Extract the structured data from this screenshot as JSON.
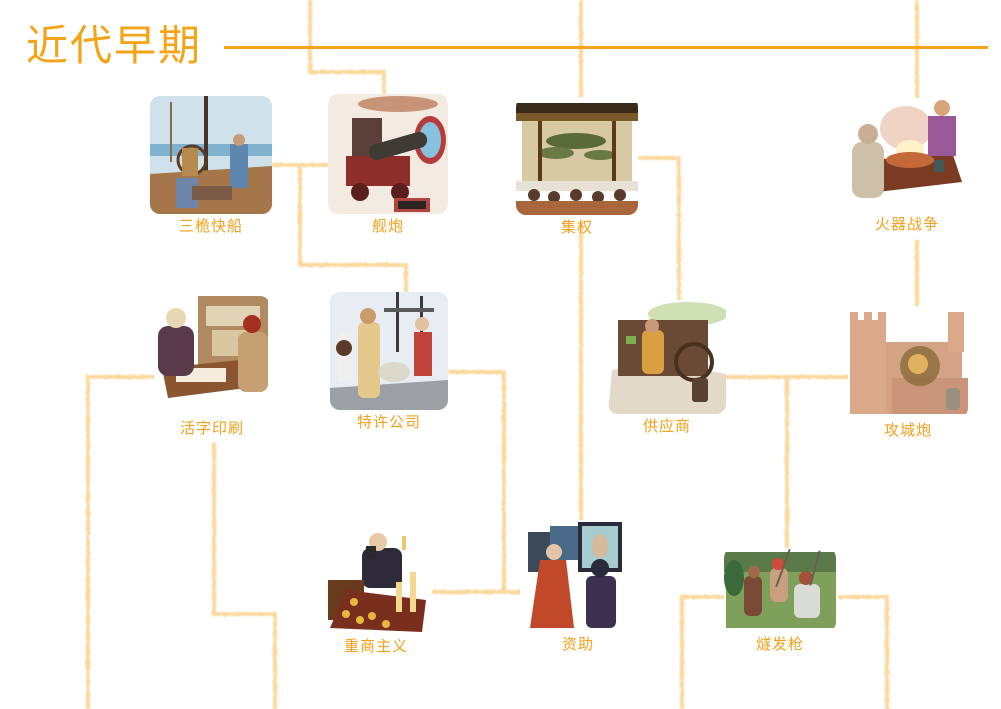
{
  "era": {
    "title": "近代早期",
    "accent_color": "#f7a41b",
    "connector_color": "#fbd48a"
  },
  "technologies": [
    {
      "id": "caravel",
      "label": "三桅快船",
      "icon": "ship-deck-illustration"
    },
    {
      "id": "naval-cannon",
      "label": "舰炮",
      "icon": "cannon-illustration"
    },
    {
      "id": "centralization",
      "label": "集权",
      "icon": "court-hall-illustration"
    },
    {
      "id": "gunpowder-warfare",
      "label": "火器战争",
      "icon": "alchemy-furnace-illustration"
    },
    {
      "id": "printing-press",
      "label": "活字印刷",
      "icon": "printing-press-illustration"
    },
    {
      "id": "chartered-company",
      "label": "特许公司",
      "icon": "merchants-harbor-illustration"
    },
    {
      "id": "supply-chain",
      "label": "供应商",
      "icon": "supply-wagon-illustration"
    },
    {
      "id": "siege-cannon",
      "label": "攻城炮",
      "icon": "castle-breach-illustration"
    },
    {
      "id": "mercantilism",
      "label": "重商主义",
      "icon": "treasure-chest-illustration"
    },
    {
      "id": "patronage",
      "label": "资助",
      "icon": "art-patron-illustration"
    },
    {
      "id": "flintlock",
      "label": "燧发枪",
      "icon": "riflemen-camp-illustration"
    }
  ]
}
